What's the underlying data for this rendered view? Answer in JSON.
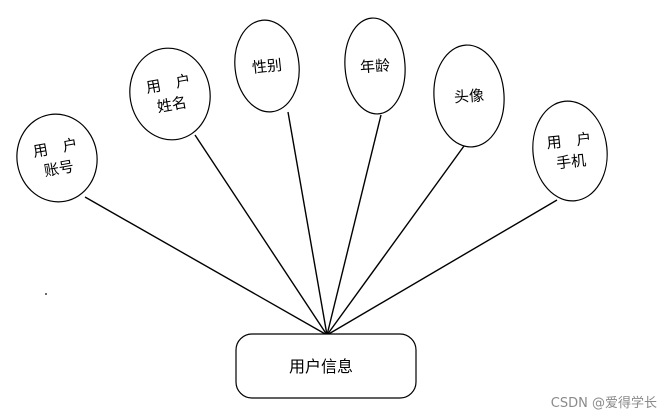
{
  "diagram": {
    "entity": {
      "label": "用户信息"
    },
    "attributes": [
      {
        "id": "account",
        "lines": [
          "用　户",
          "账号"
        ]
      },
      {
        "id": "name",
        "lines": [
          "用　户",
          "姓名"
        ]
      },
      {
        "id": "gender",
        "lines": [
          "性别"
        ]
      },
      {
        "id": "age",
        "lines": [
          "年龄"
        ]
      },
      {
        "id": "avatar",
        "lines": [
          "头像"
        ]
      },
      {
        "id": "phone",
        "lines": [
          "用　户",
          "手机"
        ]
      }
    ]
  },
  "watermark": "CSDN @爱得学长",
  "colors": {
    "stroke": "#000000",
    "background": "#ffffff",
    "watermark": "#8a8a8a"
  }
}
